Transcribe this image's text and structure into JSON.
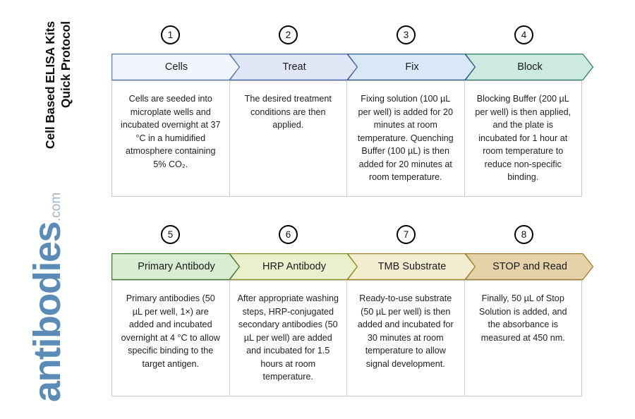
{
  "title": {
    "line1": "Cell Based ELISA Kits",
    "line2": "Quick Protocol"
  },
  "brand": {
    "name": "antibodies",
    "tld": ".com",
    "color": "#5b8cb8"
  },
  "rows": [
    {
      "id": "row-1",
      "steps": [
        {
          "number": "1",
          "label": "Cells",
          "fill": "#f1f6fc",
          "stroke": "#5b7fb0",
          "description": "Cells are seeded into microplate wells and incubated overnight at 37 °C in a humidified atmosphere containing 5% CO₂."
        },
        {
          "number": "2",
          "label": "Treat",
          "fill": "#e2e7f8",
          "stroke": "#4a64a8",
          "description": "The desired treatment conditions are then applied."
        },
        {
          "number": "3",
          "label": "Fix",
          "fill": "#d8e8f6",
          "stroke": "#2f5d82",
          "description": "Fixing solution (100 µL per well) is added for 20 minutes at room temperature. Quenching Buffer (100 µL) is then added for 20 minutes at room temperature."
        },
        {
          "number": "4",
          "label": "Block",
          "fill": "#cdeadf",
          "stroke": "#2c7f72",
          "description": "Blocking Buffer (200 µL per well) is then applied, and the plate is incubated for 1 hour at room temperature to reduce non-specific binding."
        }
      ]
    },
    {
      "id": "row-2",
      "steps": [
        {
          "number": "5",
          "label": "Primary Antibody",
          "fill": "#d9edd2",
          "stroke": "#3f7a30",
          "description": "Primary antibodies (50 µL per well, 1×) are added and incubated overnight at 4 °C to allow specific binding to the target antigen."
        },
        {
          "number": "6",
          "label": "HRP Antibody",
          "fill": "#eaefcc",
          "stroke": "#8a8f27",
          "description": "After appropriate washing steps, HRP-conjugated secondary antibodies (50 µL per well) are added and incubated for 1.5 hours at room temperature."
        },
        {
          "number": "7",
          "label": "TMB Substrate",
          "fill": "#f3edcf",
          "stroke": "#9a8329",
          "description": "Ready-to-use substrate (50 µL per well) is then added and incubated for 30 minutes at room temperature to allow signal development."
        },
        {
          "number": "8",
          "label": "STOP and Read",
          "fill": "#e6d2a8",
          "stroke": "#a07c2c",
          "description": "Finally, 50 µL of Stop Solution is added, and the absorbance is measured at 450 nm."
        }
      ]
    }
  ]
}
